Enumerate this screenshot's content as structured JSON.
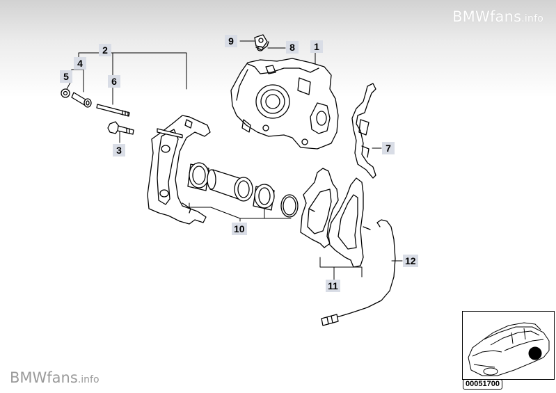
{
  "watermark": {
    "top_brand": "BMWfans",
    "top_suffix": ".info",
    "bottom_brand": "BMWfans",
    "bottom_suffix": ".info"
  },
  "callouts": {
    "c1": "1",
    "c2": "2",
    "c3": "3",
    "c4": "4",
    "c5": "5",
    "c6": "6",
    "c7": "7",
    "c8": "8",
    "c9": "9",
    "c10": "10",
    "c11": "11",
    "c12": "12"
  },
  "inset": {
    "reference_number": "00051700"
  }
}
